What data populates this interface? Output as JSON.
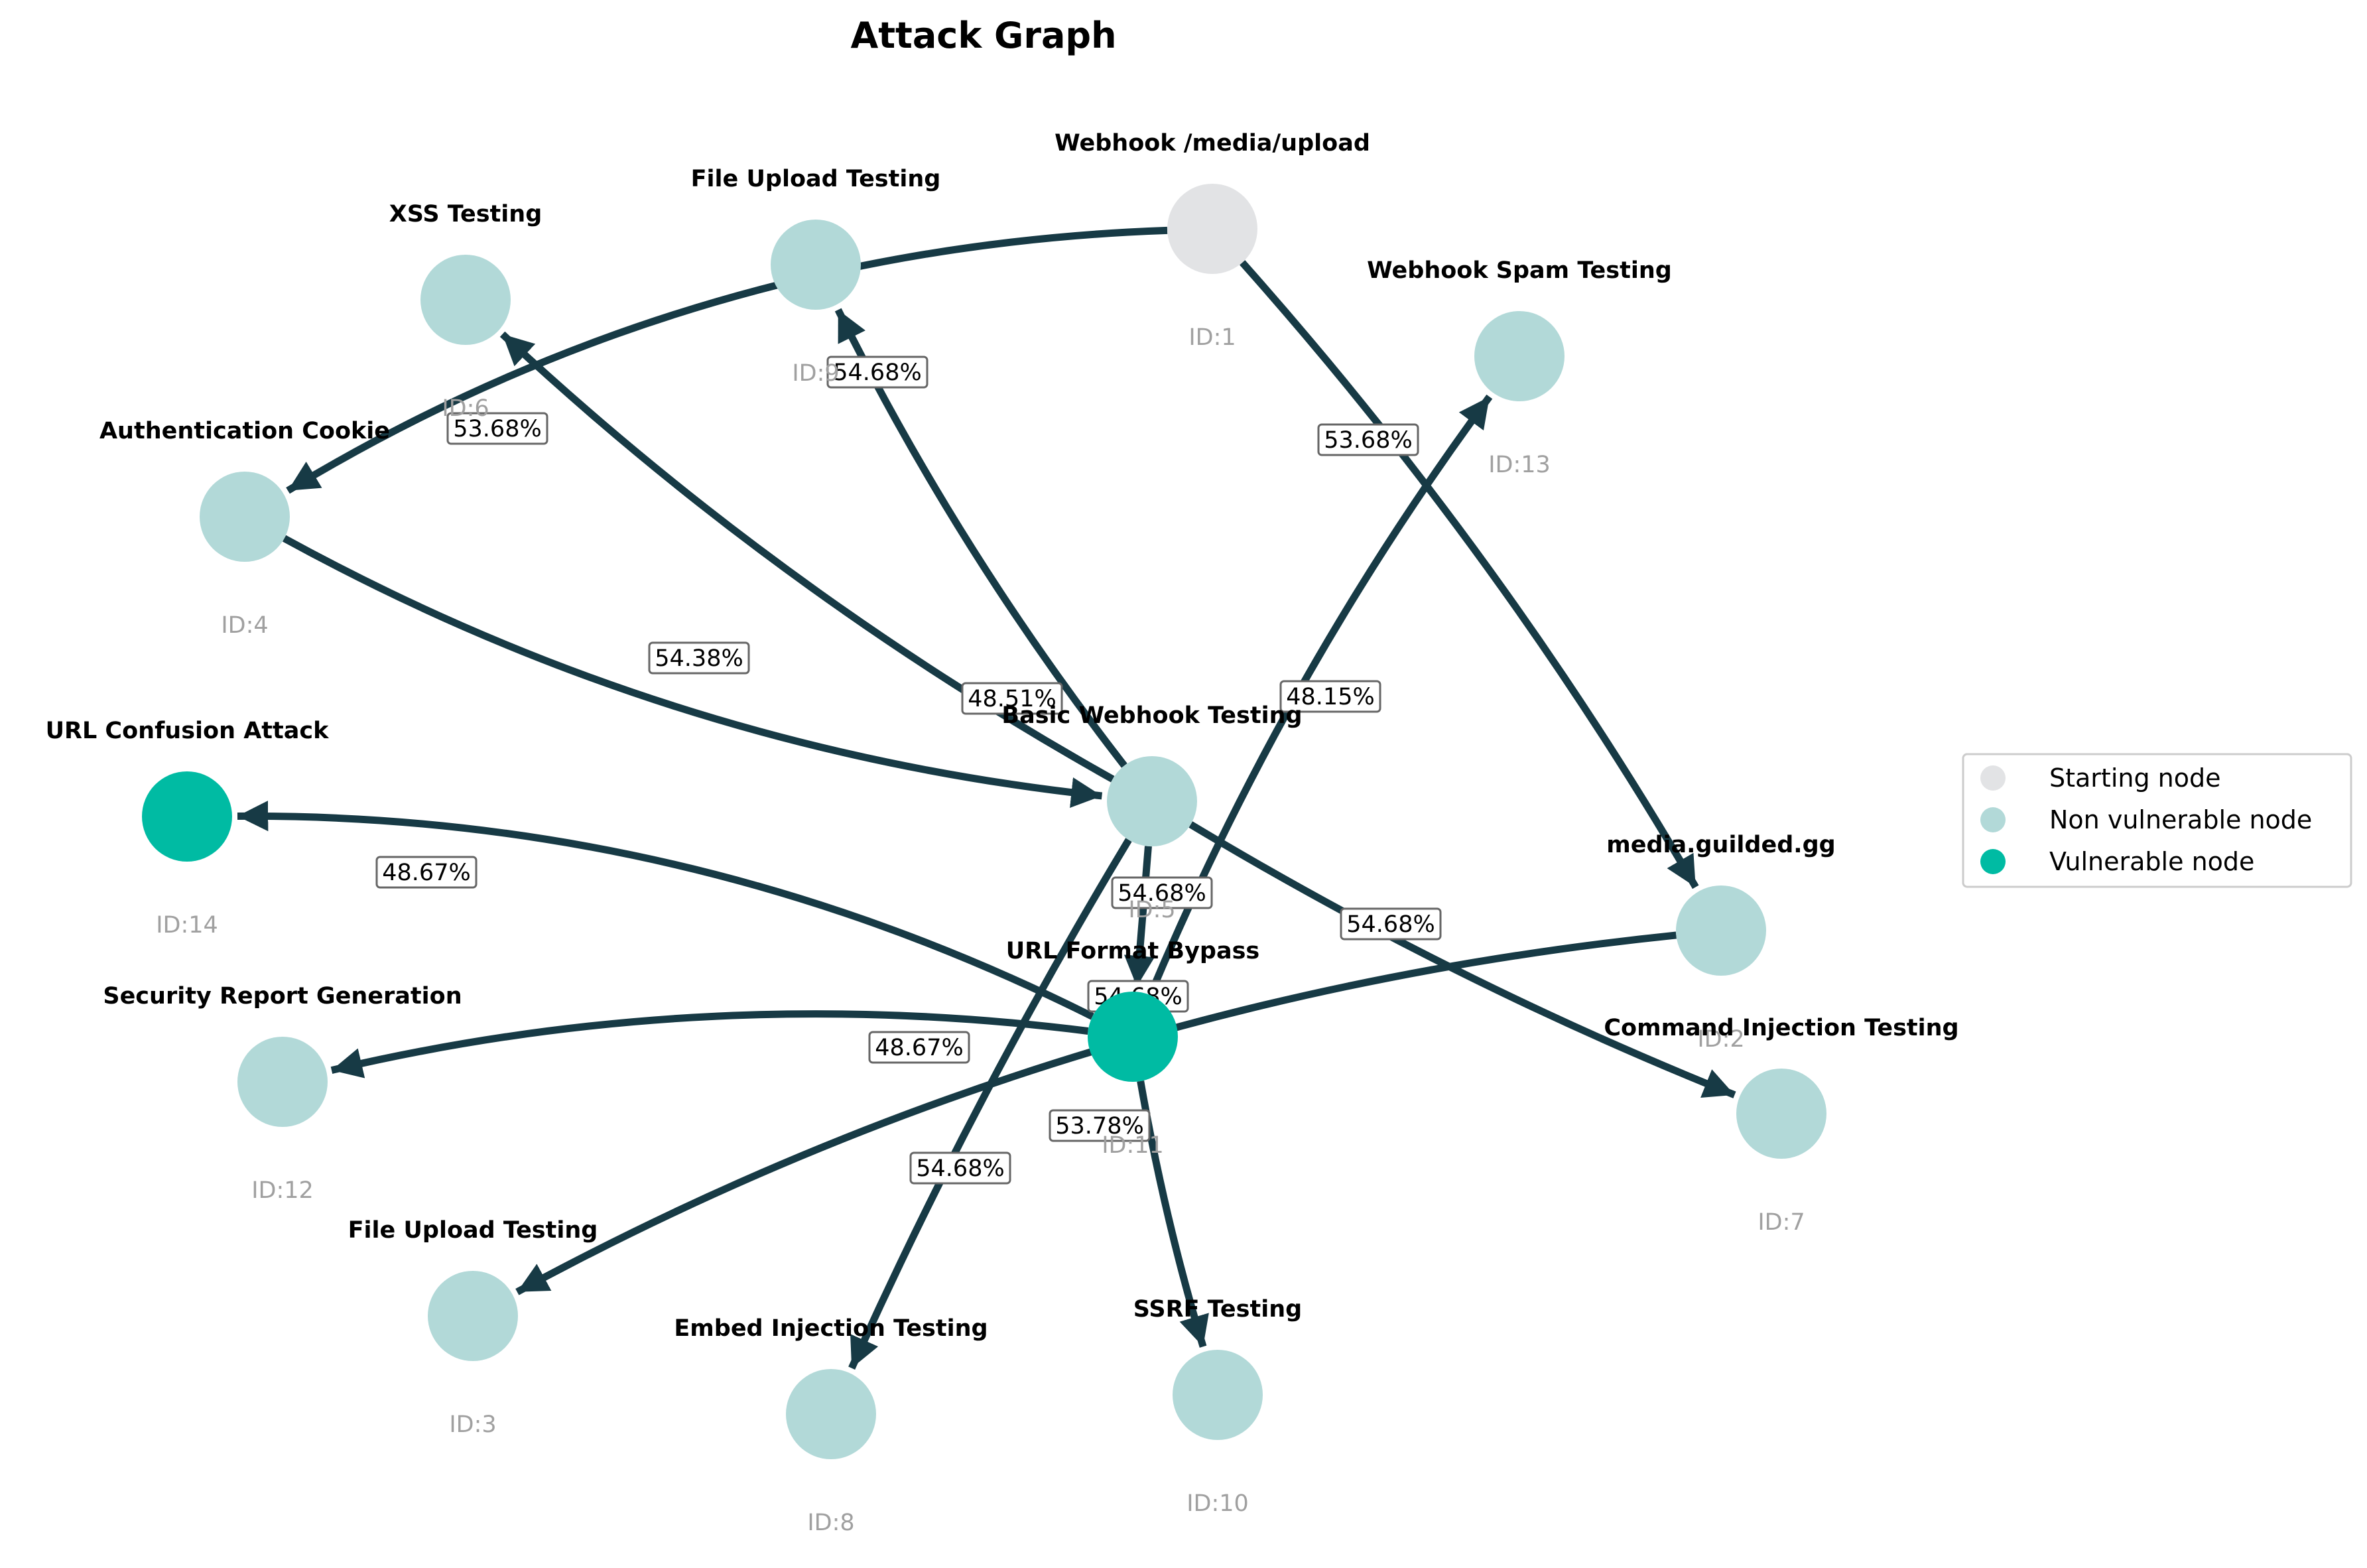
{
  "title": "Attack Graph",
  "colors": {
    "edge": "#173a45",
    "id_text": "#a0a0a0",
    "starting": "#e2e3e5",
    "non_vulnerable": "#b2d9d8",
    "vulnerable": "#00bba3"
  },
  "nodes": [
    {
      "id": "1",
      "title": "Webhook /media/upload",
      "id_label": "ID:1",
      "kind": "starting"
    },
    {
      "id": "2",
      "title": "media.guilded.gg",
      "id_label": "ID:2",
      "kind": "non_vulnerable"
    },
    {
      "id": "3",
      "title": "File Upload Testing",
      "id_label": "ID:3",
      "kind": "non_vulnerable"
    },
    {
      "id": "4",
      "title": "Authentication Cookie",
      "id_label": "ID:4",
      "kind": "non_vulnerable"
    },
    {
      "id": "5",
      "title": "Basic Webhook Testing",
      "id_label": "ID:5",
      "kind": "non_vulnerable"
    },
    {
      "id": "6",
      "title": "XSS Testing",
      "id_label": "ID:6",
      "kind": "non_vulnerable"
    },
    {
      "id": "7",
      "title": "Command Injection Testing",
      "id_label": "ID:7",
      "kind": "non_vulnerable"
    },
    {
      "id": "8",
      "title": "Embed Injection Testing",
      "id_label": "ID:8",
      "kind": "non_vulnerable"
    },
    {
      "id": "9",
      "title": "File Upload Testing",
      "id_label": "ID:9",
      "kind": "non_vulnerable"
    },
    {
      "id": "10",
      "title": "SSRF Testing",
      "id_label": "ID:10",
      "kind": "non_vulnerable"
    },
    {
      "id": "11",
      "title": "URL Format Bypass",
      "id_label": "ID:11",
      "kind": "vulnerable"
    },
    {
      "id": "12",
      "title": "Security Report Generation",
      "id_label": "ID:12",
      "kind": "non_vulnerable"
    },
    {
      "id": "13",
      "title": "Webhook Spam Testing",
      "id_label": "ID:13",
      "kind": "non_vulnerable"
    },
    {
      "id": "14",
      "title": "URL Confusion Attack",
      "id_label": "ID:14",
      "kind": "vulnerable"
    }
  ],
  "edges": [
    {
      "from": "1",
      "to": "4",
      "label": "53.68%"
    },
    {
      "from": "1",
      "to": "2",
      "label": "53.68%"
    },
    {
      "from": "4",
      "to": "5",
      "label": "54.38%"
    },
    {
      "from": "5",
      "to": "6",
      "label": "48.51%"
    },
    {
      "from": "5",
      "to": "9",
      "label": "54.68%"
    },
    {
      "from": "5",
      "to": "11",
      "label": "54.68%"
    },
    {
      "from": "5",
      "to": "7",
      "label": "54.68%"
    },
    {
      "from": "5",
      "to": "8",
      "label": "54.68%"
    },
    {
      "from": "2",
      "to": "3",
      "label": "53.78%"
    },
    {
      "from": "11",
      "to": "13",
      "label": "48.15%"
    },
    {
      "from": "11",
      "to": "14",
      "label": "48.67%"
    },
    {
      "from": "11",
      "to": "12",
      "label": "48.67%"
    },
    {
      "from": "11",
      "to": "10",
      "label": "54.68%"
    }
  ],
  "legend": [
    {
      "kind": "starting",
      "label": "Starting node"
    },
    {
      "kind": "non_vulnerable",
      "label": "Non vulnerable node"
    },
    {
      "kind": "vulnerable",
      "label": "Vulnerable node"
    }
  ]
}
